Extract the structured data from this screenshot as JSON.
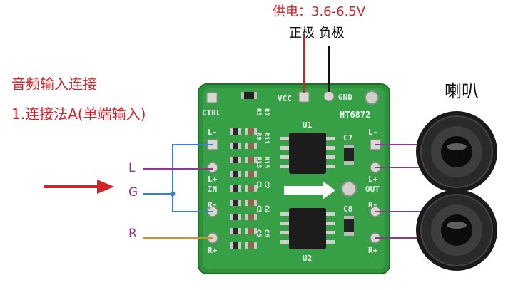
{
  "texts": {
    "title_line1": "音频输入连接",
    "title_line2": "1.连接法A(单端输入)",
    "supply_label": "供电：3.6-6.5V",
    "poles_label": "正极 负极",
    "speaker_label": "喇叭",
    "input_L": "L",
    "input_G": "G",
    "input_R": "R"
  },
  "board": {
    "vcc": "VCC",
    "gnd": "GND",
    "ctrl": "CTRL",
    "model": "HT6872",
    "u1": "U1",
    "u2": "U2",
    "c7": "C7",
    "c8": "C8",
    "in_lminus": "L-",
    "in_lplus": "L+",
    "in_label": "IN",
    "in_rminus": "R-",
    "in_rplus": "R+",
    "out_lminus": "L-",
    "out_lplus": "L+",
    "out_label": "OUT",
    "out_rminus": "R-",
    "out_rplus": "R+",
    "r_codes": [
      "R5",
      "R7",
      "R9",
      "R11",
      "R13",
      "R15"
    ],
    "c_codes": [
      "C1",
      "C2",
      "C3",
      "C4",
      "C5",
      "C6"
    ]
  },
  "colors": {
    "red_text": "#d2232a",
    "pcb_green": "#2e8f3c",
    "wire_blue": "#3b7fd0",
    "wire_purple": "#8e3a8c",
    "wire_orange": "#e08a1e",
    "arrow_red": "#d2232a"
  }
}
